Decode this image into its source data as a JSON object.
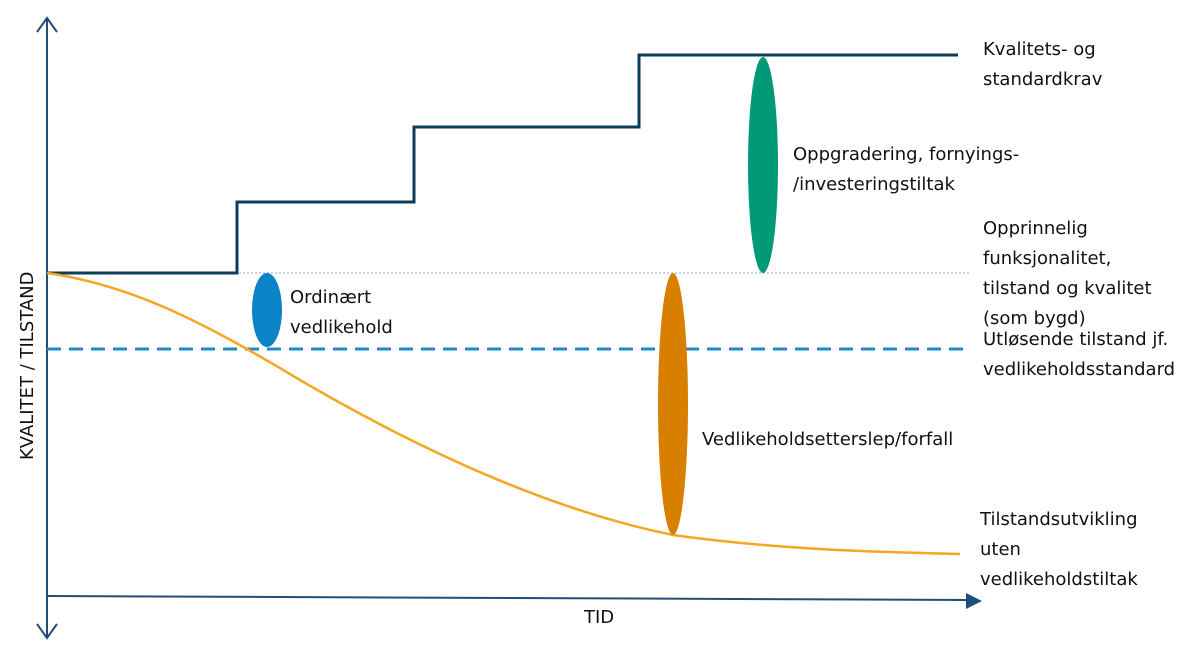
{
  "diagram": {
    "axes": {
      "y_label": "KVALITET / TILSTAND",
      "x_label": "TID"
    },
    "labels": {
      "standard_req": [
        "Kvalitets- og",
        "standardkrav"
      ],
      "upgrade": [
        "Oppgradering, fornyings-",
        "/investeringstiltak"
      ],
      "original": [
        "Opprinnelig",
        "funksjonalitet,",
        "tilstand og kvalitet",
        "(som bygd)"
      ],
      "trigger": [
        "Utløsende tilstand jf.",
        "vedlikeholdsstandard"
      ],
      "ordinary": [
        "Ordinært",
        "vedlikehold"
      ],
      "backlog": "Vedlikeholdsetterslep/forfall",
      "no_maint": [
        "Tilstandsutvikling",
        "uten",
        "vedlikeholdstiltak"
      ]
    },
    "colors": {
      "axis": "#1f4e79",
      "step_line": "#0d3b5c",
      "decay_curve": "#f5a623",
      "trigger_line": "#1f8ac9",
      "original_line": "#7fa7c9",
      "ordinary_ellipse": "#0a84c6",
      "backlog_ellipse": "#d97f00",
      "upgrade_ellipse": "#009a78"
    }
  }
}
